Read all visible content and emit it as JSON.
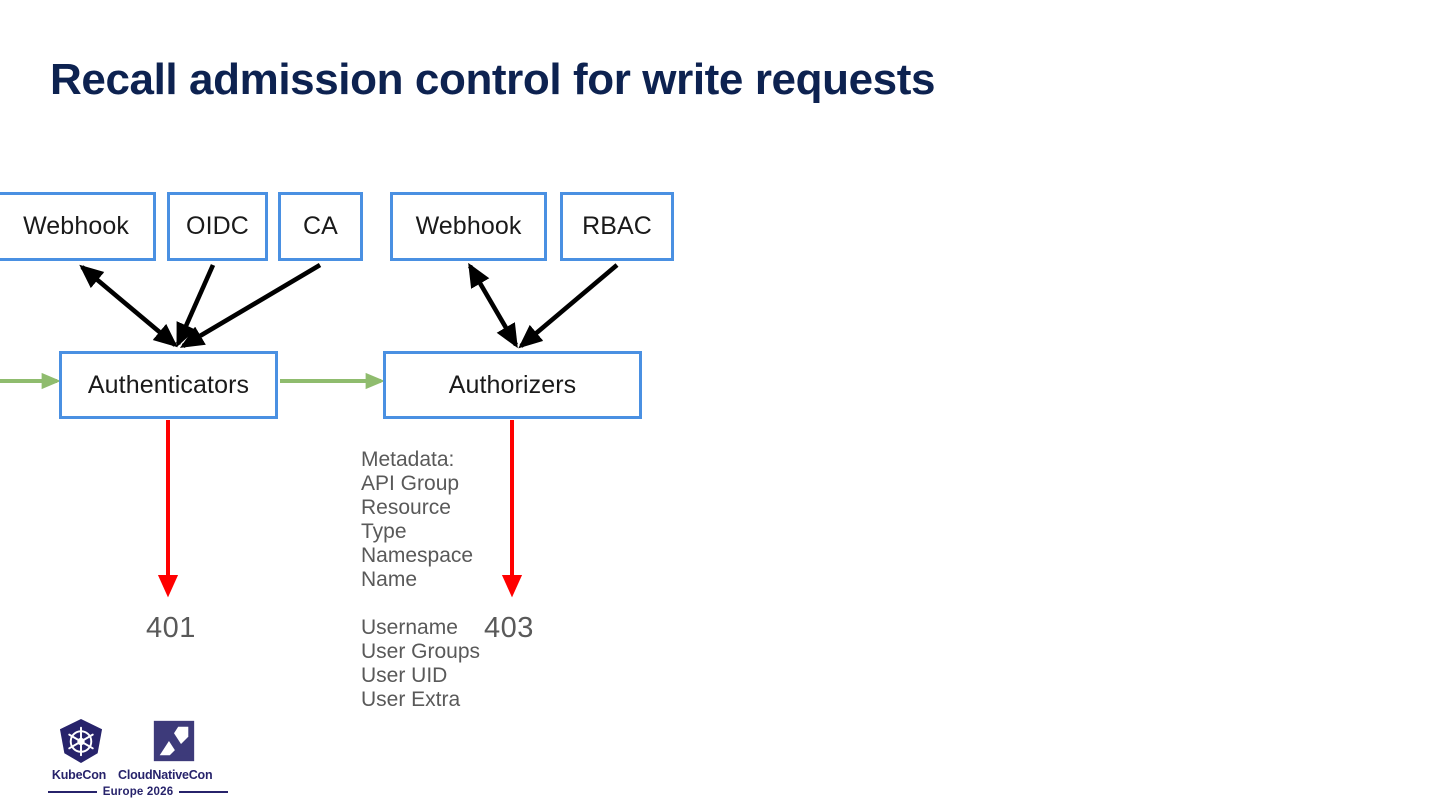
{
  "slide": {
    "title": "Recall admission control for write requests",
    "title_color": "#0d2250",
    "background": "#ffffff"
  },
  "colors": {
    "box_border": "#4a90e2",
    "box_text": "#1a1a1a",
    "request_flow_arrow": "#8fbc6e",
    "reject_arrow": "#ff0000",
    "plugin_arrow": "#000000",
    "muted_text": "#595959",
    "brand_navy": "#27236b"
  },
  "diagram": {
    "type": "flow-diagram",
    "plugin_nodes": [
      {
        "id": "webhook-auth",
        "label": "Webhook",
        "group": "authentication",
        "arrow": "bidirectional"
      },
      {
        "id": "oidc",
        "label": "OIDC",
        "group": "authentication",
        "arrow": "to-stage"
      },
      {
        "id": "ca",
        "label": "CA",
        "group": "authentication",
        "arrow": "to-stage"
      },
      {
        "id": "webhook-authz",
        "label": "Webhook",
        "group": "authorization",
        "arrow": "bidirectional"
      },
      {
        "id": "rbac",
        "label": "RBAC",
        "group": "authorization",
        "arrow": "to-stage"
      }
    ],
    "stage_nodes": [
      {
        "id": "authenticators",
        "label": "Authenticators",
        "reject_code": "401"
      },
      {
        "id": "authorizers",
        "label": "Authorizers",
        "reject_code": "403"
      }
    ],
    "status_codes": [
      {
        "id": "code-401",
        "value": "401"
      },
      {
        "id": "code-403",
        "value": "403"
      }
    ],
    "metadata_panel": {
      "lines": [
        "Metadata:",
        "API Group",
        "Resource",
        "Type",
        "Namespace",
        "Name",
        "",
        "Username",
        "User Groups",
        "User UID",
        "User Extra"
      ]
    },
    "flow_arrows": [
      {
        "id": "incoming-request",
        "from": "offscreen-left",
        "to": "authenticators",
        "color": "#8fbc6e"
      },
      {
        "id": "auth-to-authz",
        "from": "authenticators",
        "to": "authorizers",
        "color": "#8fbc6e"
      }
    ]
  },
  "footer_logo": {
    "kubecon_label": "KubeCon",
    "cloudnativecon_label": "CloudNativeCon",
    "event_label": "Europe 2026",
    "k8s_icon": "kubernetes-wheel-icon",
    "cncf_icon": "cloudnativecon-mark-icon"
  }
}
